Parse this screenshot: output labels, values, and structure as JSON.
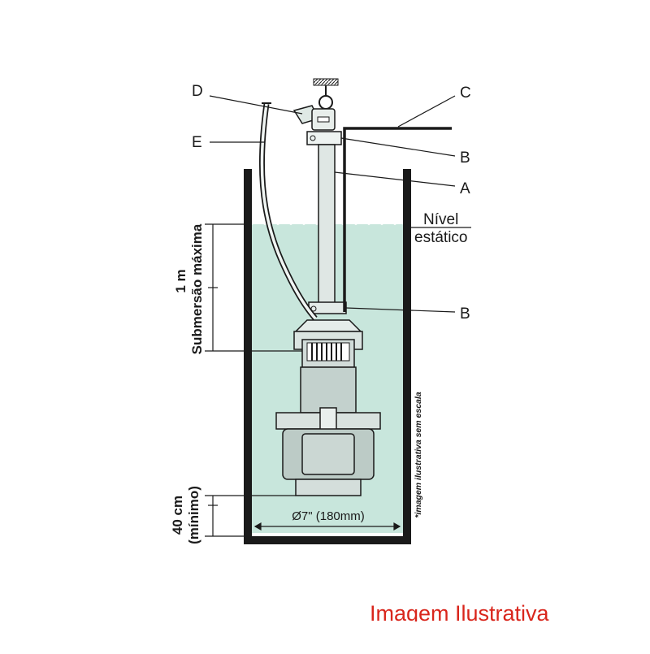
{
  "labels": {
    "a": "A",
    "b_top": "B",
    "b_bottom": "B",
    "c": "C",
    "d": "D",
    "e": "E",
    "static_level_line1": "Nível",
    "static_level_line2": "estático",
    "max_submersion_value": "1 m",
    "max_submersion_label": "Submersão máxima",
    "min_clearance_value": "40 cm",
    "min_clearance_label": "(mínimo)",
    "diameter": "Ø7\" (180mm)",
    "scale_note": "*imagem ilustrativa sem escala"
  },
  "watermark": "Imagem Ilustrativa",
  "colors": {
    "water": "#c8e6dc",
    "line": "#1a1a1a",
    "watermark": "#d9261c"
  }
}
